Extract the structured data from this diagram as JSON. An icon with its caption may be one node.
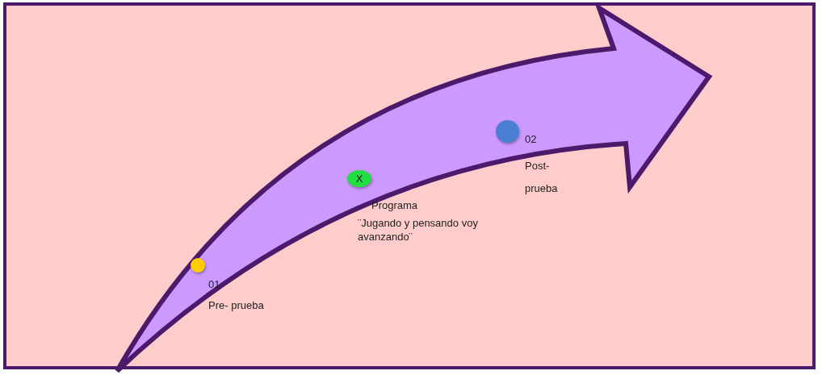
{
  "diagram": {
    "nodes": [
      {
        "text": [],
        "shape": "circle",
        "beside": [
          "01",
          "Pre- prueba"
        ]
      },
      {
        "text": [
          "X"
        ],
        "beside": [
          "Programa",
          "¨Jugando y pensando voy avanzando¨"
        ]
      },
      {
        "text": [],
        "shape": "circle",
        "beside": [
          "02",
          "Post- prueba"
        ]
      }
    ],
    "edges": []
  }
}
